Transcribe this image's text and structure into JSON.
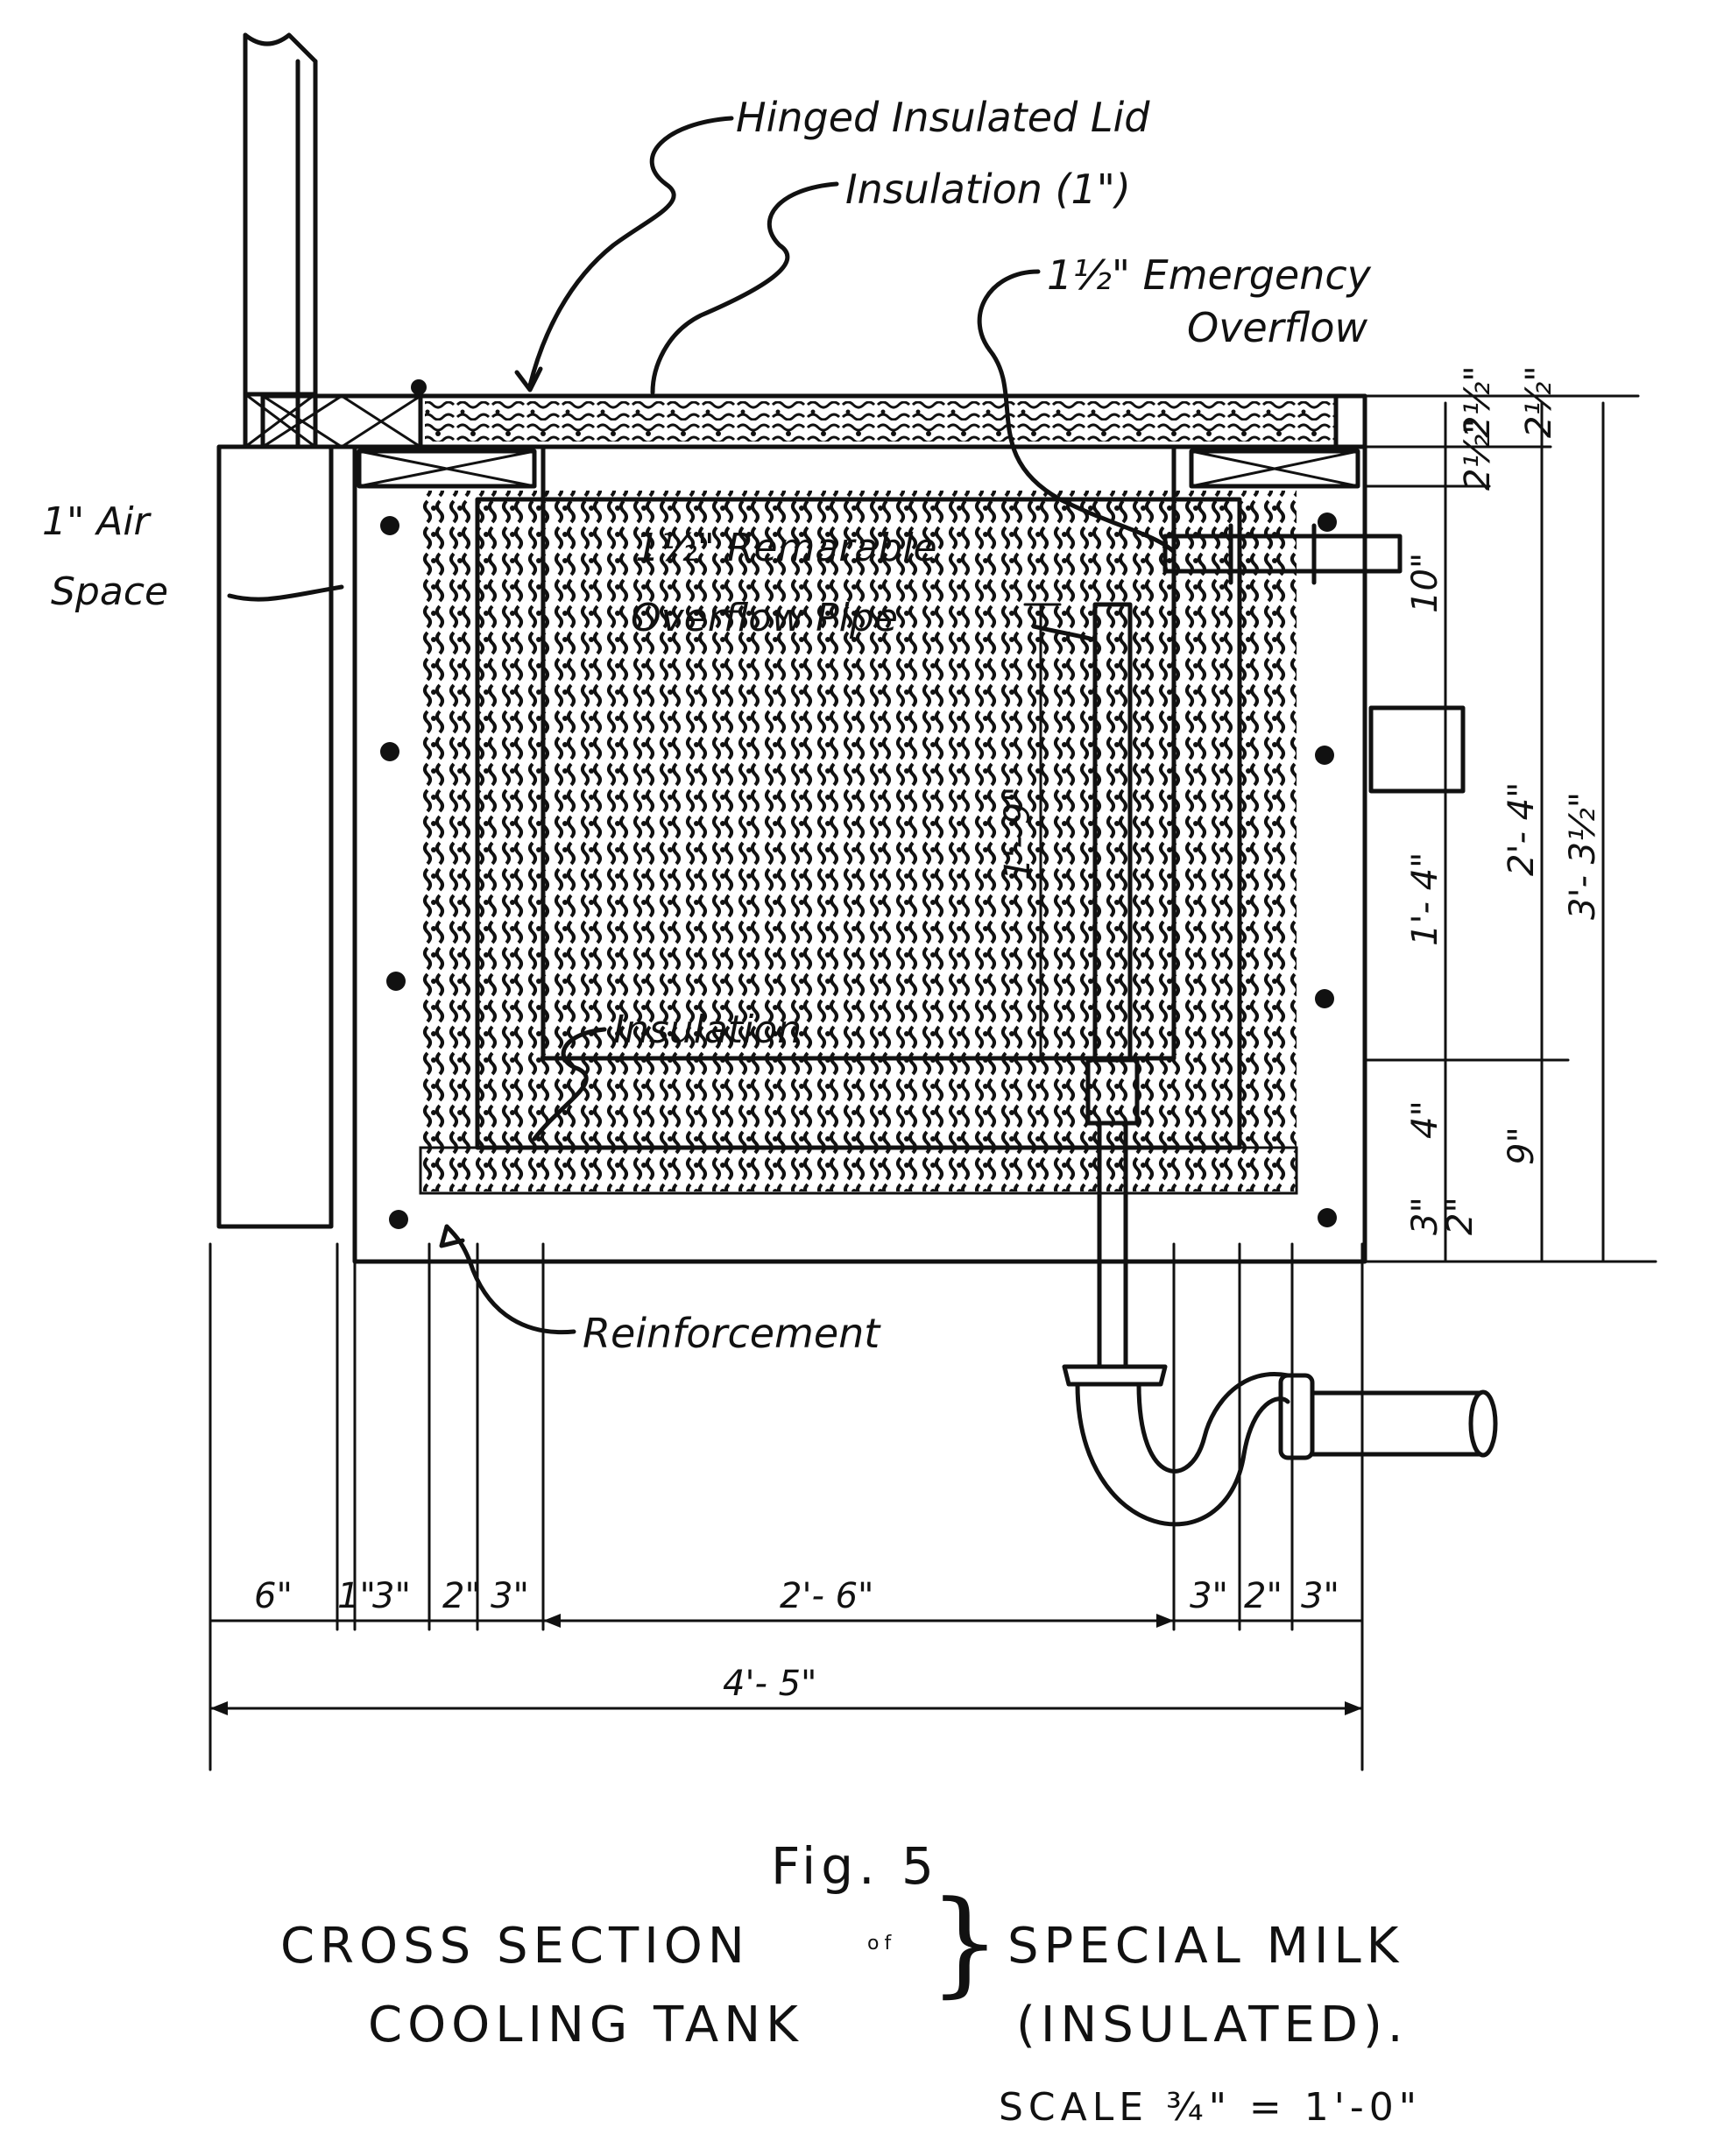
{
  "labels": {
    "lid": "Hinged Insulated Lid",
    "insulation_top": "Insulation (1\")",
    "emergency_1": "1½\" Emergency",
    "emergency_2": "Overflow",
    "air_1": "1\" Air",
    "air_2": "Space",
    "removable_1": "1½\" Remarable",
    "removable_2": "Overflow Pipe",
    "insulation_bottom": "Insulation",
    "reinforcement": "Reinforcement"
  },
  "dimensions": {
    "pipe_height": "1'- 9\"",
    "lid_a": "2½\"",
    "lid_b": "2½\"",
    "lid_c": "2½\"",
    "upper": "10\"",
    "mid": "1'- 4\"",
    "inner_height": "2'- 4\"",
    "total_height": "3'- 3½\"",
    "bottom_a": "4\"",
    "bottom_b": "9\"",
    "bottom_c": "3\"",
    "bottom_d": "2\"",
    "w_6": "6\"",
    "w_1": "1\"",
    "w_3a": "3\"",
    "w_2a": "2\"",
    "w_3b": "3\"",
    "w_inner": "2'- 6\"",
    "w_3c": "3\"",
    "w_2b": "2\"",
    "w_3d": "3\"",
    "w_total": "4'- 5\""
  },
  "caption": {
    "fig": "Fig. 5",
    "line1_left": "CROSS SECTION",
    "of": "of",
    "line1_right": "SPECIAL MILK",
    "line2_left": "COOLING TANK",
    "line2_right": "(INSULATED).",
    "scale": "SCALE ¾\" = 1'-0\""
  }
}
